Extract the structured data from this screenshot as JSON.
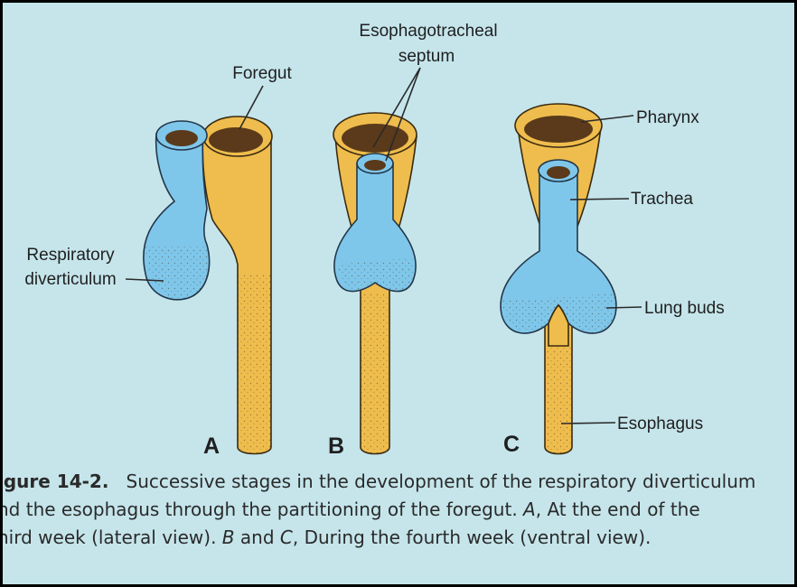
{
  "figure": {
    "labels": {
      "septum_line1": "Esophagotracheal",
      "septum_line2": "septum",
      "foregut": "Foregut",
      "respiratory_line1": "Respiratory",
      "respiratory_line2": "diverticulum",
      "pharynx": "Pharynx",
      "trachea": "Trachea",
      "lung_buds": "Lung buds",
      "esophagus": "Esophagus"
    },
    "panels": {
      "a": "A",
      "b": "B",
      "c": "C"
    },
    "colors": {
      "background": "#c5e5eb",
      "gold": "#efbd4d",
      "blue": "#7fc7ea"
    }
  },
  "caption": {
    "number": "igure 14-2.",
    "line1_rest": "Successive stages in the development of the respiratory diverticulum",
    "line2": "nd the esophagus through the partitioning of the foregut.",
    "line2_a": "A",
    "line2_rest": ", At the end of the",
    "line3_start": "hird week (lateral view).",
    "line3_b": "B",
    "line3_and": "and",
    "line3_c": "C",
    "line3_rest": ", During the fourth week (ventral view)."
  }
}
